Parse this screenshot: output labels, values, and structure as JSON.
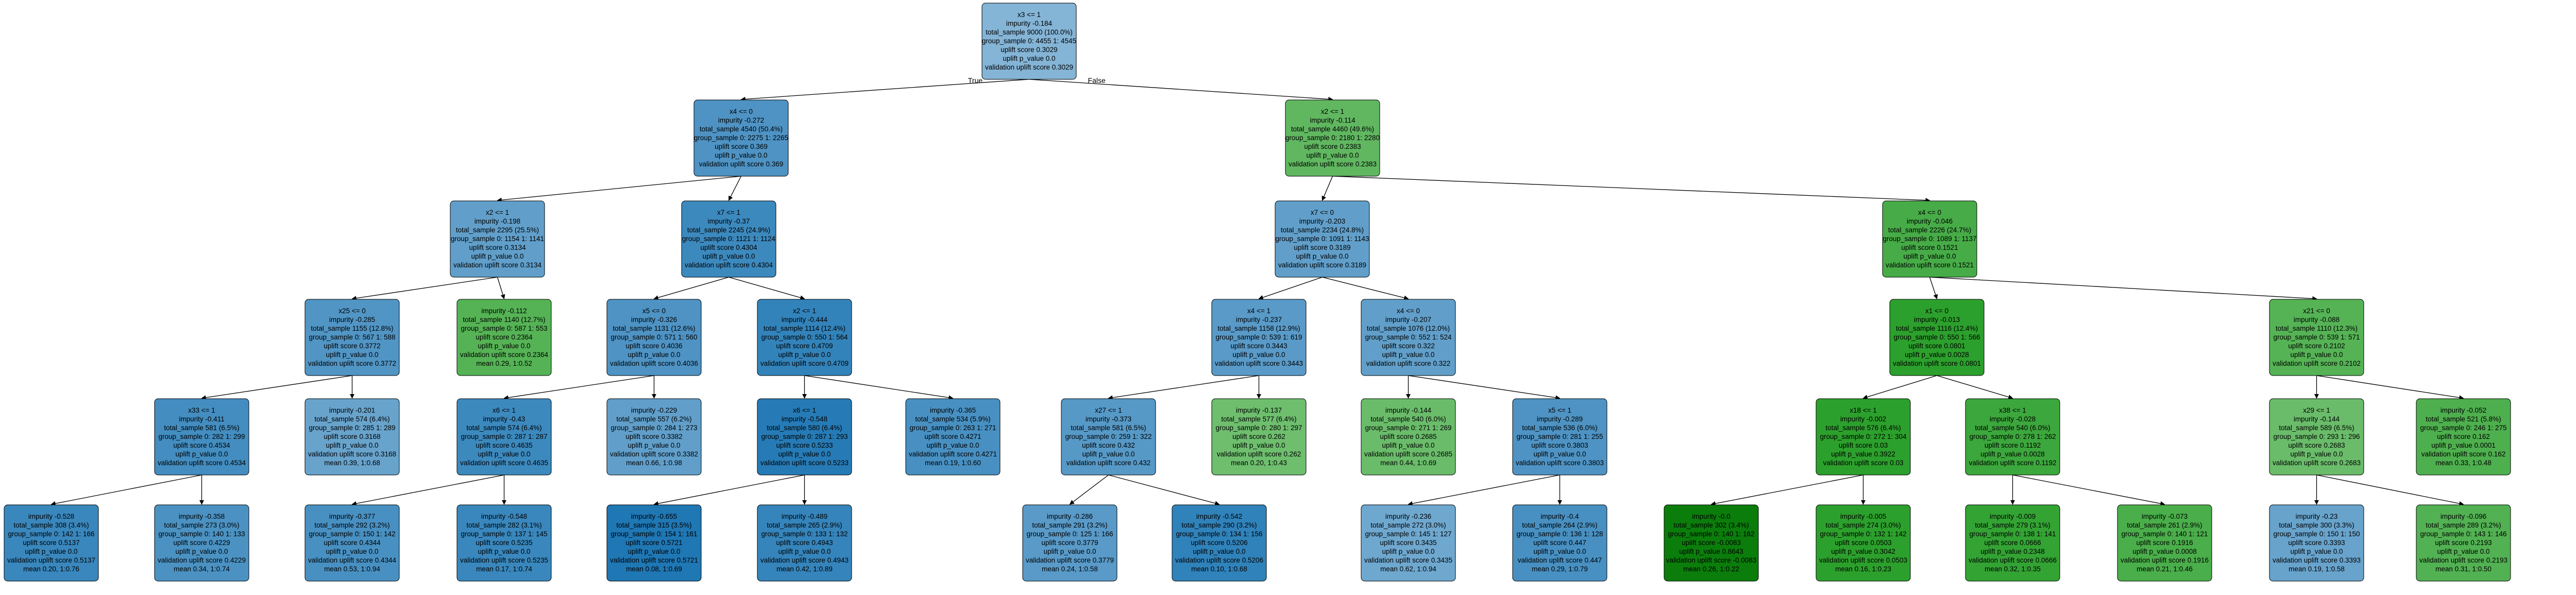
{
  "edge_labels": {
    "true": "True",
    "false": "False"
  },
  "colors": {
    "treatment_strong": "#1f77b4",
    "control_strong": "#2ca02c",
    "node_stroke": "#000000",
    "edge": "#000000",
    "text": "#000000"
  },
  "nodes": [
    {
      "id": "root",
      "group": "neutral",
      "intensity": 0.58,
      "lines": [
        "x3 <= 1",
        "impurity -0.184",
        "total_sample 9000 (100.0%)",
        "group_sample  0: 4455 1: 4545",
        "uplift score 0.3029",
        "uplift p_value 0.0",
        "validation uplift score 0.3029"
      ]
    },
    {
      "id": "n1",
      "group": "treatment",
      "intensity": 0.68,
      "lines": [
        "x4 <= 0",
        "impurity -0.272",
        "total_sample 4540 (50.4%)",
        "group_sample  0: 2275 1: 2265",
        "uplift score 0.369",
        "uplift p_value 0.0",
        "validation uplift score 0.369"
      ]
    },
    {
      "id": "n2",
      "group": "control",
      "intensity": 0.62,
      "lines": [
        "x2 <= 1",
        "impurity -0.114",
        "total_sample 4460 (49.6%)",
        "group_sample  0: 2180 1: 2280",
        "uplift score 0.2383",
        "uplift p_value 0.0",
        "validation uplift score 0.2383"
      ]
    },
    {
      "id": "n3",
      "group": "treatment",
      "intensity": 0.55,
      "lines": [
        "x2 <= 1",
        "impurity -0.198",
        "total_sample 2295 (25.5%)",
        "group_sample  0: 1154 1: 1141",
        "uplift score 0.3134",
        "uplift p_value 0.0",
        "validation uplift score 0.3134"
      ]
    },
    {
      "id": "n4",
      "group": "treatment",
      "intensity": 0.8,
      "lines": [
        "x7 <= 1",
        "impurity -0.37",
        "total_sample 2245 (24.9%)",
        "group_sample  0: 1121 1: 1124",
        "uplift score 0.4304",
        "uplift p_value 0.0",
        "validation uplift score 0.4304"
      ]
    },
    {
      "id": "n5",
      "group": "treatment",
      "intensity": 0.55,
      "lines": [
        "x7 <= 0",
        "impurity -0.203",
        "total_sample 2234 (24.8%)",
        "group_sample  0: 1091 1: 1143",
        "uplift score 0.3189",
        "uplift p_value 0.0",
        "validation uplift score 0.3189"
      ]
    },
    {
      "id": "n6",
      "group": "control",
      "intensity": 0.8,
      "lines": [
        "x4 <= 0",
        "impurity -0.046",
        "total_sample 2226 (24.7%)",
        "group_sample  0: 1089 1: 1137",
        "uplift score 0.1521",
        "uplift p_value 0.0",
        "validation uplift score 0.1521"
      ]
    },
    {
      "id": "n7",
      "group": "treatment",
      "intensity": 0.66,
      "lines": [
        "x25 <= 0",
        "impurity -0.285",
        "total_sample 1155 (12.8%)",
        "group_sample  0: 567 1: 588",
        "uplift score 0.3772",
        "uplift p_value 0.0",
        "validation uplift score 0.3772"
      ]
    },
    {
      "id": "n8",
      "group": "control",
      "intensity": 0.7,
      "lines": [
        "impurity -0.112",
        "total_sample 1140 (12.7%)",
        "group_sample  0: 587 1: 553",
        "uplift score 0.2364",
        "uplift p_value 0.0",
        "validation uplift score 0.2364",
        "mean 0.29, 1:0.52"
      ]
    },
    {
      "id": "n9",
      "group": "treatment",
      "intensity": 0.68,
      "lines": [
        "x5 <= 0",
        "impurity -0.326",
        "total_sample 1131 (12.6%)",
        "group_sample  0: 571 1: 560",
        "uplift score 0.4036",
        "uplift p_value 0.0",
        "validation uplift score 0.4036"
      ]
    },
    {
      "id": "n10",
      "group": "treatment",
      "intensity": 0.86,
      "lines": [
        "x2 <= 1",
        "impurity -0.444",
        "total_sample 1114 (12.4%)",
        "group_sample  0: 550 1: 564",
        "uplift score 0.4709",
        "uplift p_value 0.0",
        "validation uplift score 0.4709"
      ]
    },
    {
      "id": "n11",
      "group": "treatment",
      "intensity": 0.6,
      "lines": [
        "x4 <= 1",
        "impurity -0.237",
        "total_sample 1158 (12.9%)",
        "group_sample  0: 539 1: 619",
        "uplift score 0.3443",
        "uplift p_value 0.0",
        "validation uplift score 0.3443"
      ]
    },
    {
      "id": "n12",
      "group": "treatment",
      "intensity": 0.55,
      "lines": [
        "x4 <= 0",
        "impurity -0.207",
        "total_sample 1076 (12.0%)",
        "group_sample  0: 552 1: 524",
        "uplift score 0.322",
        "uplift p_value 0.0",
        "validation uplift score 0.322"
      ]
    },
    {
      "id": "n13",
      "group": "control",
      "intensity": 1.0,
      "lines": [
        "x1 <= 0",
        "impurity -0.013",
        "total_sample 1116 (12.4%)",
        "group_sample  0: 550 1: 566",
        "uplift score 0.0801",
        "uplift p_value 0.0028",
        "validation uplift score 0.0801"
      ]
    },
    {
      "id": "n14",
      "group": "control",
      "intensity": 0.7,
      "lines": [
        "x21 <= 0",
        "impurity -0.088",
        "total_sample 1110 (12.3%)",
        "group_sample  0: 539 1: 571",
        "uplift score 0.2102",
        "uplift p_value 0.0",
        "validation uplift score 0.2102"
      ]
    },
    {
      "id": "n15",
      "group": "treatment",
      "intensity": 0.75,
      "lines": [
        "x33 <= 1",
        "impurity -0.411",
        "total_sample 581 (6.5%)",
        "group_sample  0: 282 1: 299",
        "uplift score 0.4534",
        "uplift p_value 0.0",
        "validation uplift score 0.4534"
      ]
    },
    {
      "id": "n16",
      "group": "treatment",
      "intensity": 0.5,
      "lines": [
        "impurity -0.201",
        "total_sample 574 (6.4%)",
        "group_sample  0: 285 1: 289",
        "uplift score 0.3168",
        "uplift p_value 0.0",
        "validation uplift score 0.3168",
        "mean 0.39, 1:0.68"
      ]
    },
    {
      "id": "n17",
      "group": "treatment",
      "intensity": 0.8,
      "lines": [
        "x6 <= 1",
        "impurity -0.43",
        "total_sample 574 (6.4%)",
        "group_sample  0: 287 1: 287",
        "uplift score 0.4635",
        "uplift p_value 0.0",
        "validation uplift score 0.4635"
      ]
    },
    {
      "id": "n18",
      "group": "treatment",
      "intensity": 0.55,
      "lines": [
        "impurity -0.229",
        "total_sample 557 (6.2%)",
        "group_sample  0: 284 1: 273",
        "uplift score 0.3382",
        "uplift p_value 0.0",
        "validation uplift score 0.3382",
        "mean 0.66, 1:0.98"
      ]
    },
    {
      "id": "n19",
      "group": "treatment",
      "intensity": 0.95,
      "lines": [
        "x6 <= 1",
        "impurity -0.548",
        "total_sample 580 (6.4%)",
        "group_sample  0: 287 1: 293",
        "uplift score 0.5233",
        "uplift p_value 0.0",
        "validation uplift score 0.5233"
      ]
    },
    {
      "id": "n20",
      "group": "treatment",
      "intensity": 0.72,
      "lines": [
        "impurity -0.365",
        "total_sample 534 (5.9%)",
        "group_sample  0: 263 1: 271",
        "uplift score 0.4271",
        "uplift p_value 0.0",
        "validation uplift score 0.4271",
        "mean 0.19, 1:0.60"
      ]
    },
    {
      "id": "n21",
      "group": "treatment",
      "intensity": 0.62,
      "lines": [
        "x27 <= 1",
        "impurity -0.373",
        "total_sample 581 (6.5%)",
        "group_sample  0: 259 1: 322",
        "uplift score 0.432",
        "uplift p_value 0.0",
        "validation uplift score 0.432"
      ]
    },
    {
      "id": "n22",
      "group": "control",
      "intensity": 0.52,
      "lines": [
        "impurity -0.137",
        "total_sample 577 (6.4%)",
        "group_sample  0: 280 1: 297",
        "uplift score 0.262",
        "uplift p_value 0.0",
        "validation uplift score 0.262",
        "mean 0.20, 1:0.43"
      ]
    },
    {
      "id": "n23",
      "group": "control",
      "intensity": 0.55,
      "lines": [
        "impurity -0.144",
        "total_sample 540 (6.0%)",
        "group_sample  0: 271 1: 269",
        "uplift score 0.2685",
        "uplift p_value 0.0",
        "validation uplift score 0.2685",
        "mean 0.44, 1:0.69"
      ]
    },
    {
      "id": "n24",
      "group": "treatment",
      "intensity": 0.68,
      "lines": [
        "x5 <= 1",
        "impurity -0.289",
        "total_sample 536 (6.0%)",
        "group_sample  0: 281 1: 255",
        "uplift score 0.3803",
        "uplift p_value 0.0",
        "validation uplift score 0.3803"
      ]
    },
    {
      "id": "n25",
      "group": "control",
      "intensity": 1.0,
      "lines": [
        "x18 <= 1",
        "impurity -0.002",
        "total_sample 576 (6.4%)",
        "group_sample  0: 272 1: 304",
        "uplift score 0.03",
        "uplift p_value 0.3922",
        "validation uplift score 0.03"
      ]
    },
    {
      "id": "n26",
      "group": "control",
      "intensity": 0.88,
      "lines": [
        "x38 <= 1",
        "impurity -0.028",
        "total_sample 540 (6.0%)",
        "group_sample  0: 278 1: 262",
        "uplift score 0.1192",
        "uplift p_value 0.0028",
        "validation uplift score 0.1192"
      ]
    },
    {
      "id": "n27",
      "group": "control",
      "intensity": 0.55,
      "lines": [
        "x29 <= 1",
        "impurity -0.144",
        "total_sample 589 (6.5%)",
        "group_sample  0: 293 1: 296",
        "uplift score 0.2683",
        "uplift p_value 0.0",
        "validation uplift score 0.2683"
      ]
    },
    {
      "id": "n28",
      "group": "control",
      "intensity": 0.75,
      "lines": [
        "impurity -0.052",
        "total_sample 521 (5.8%)",
        "group_sample  0: 246 1: 275",
        "uplift score 0.162",
        "uplift p_value 0.0001",
        "validation uplift score 0.162",
        "mean 0.33, 1:0.48"
      ]
    },
    {
      "id": "n29",
      "group": "treatment",
      "intensity": 0.82,
      "lines": [
        "impurity -0.528",
        "total_sample 308 (3.4%)",
        "group_sample  0: 142 1: 166",
        "uplift score 0.5137",
        "uplift p_value 0.0",
        "validation uplift score 0.5137",
        "mean 0.20, 1:0.76"
      ]
    },
    {
      "id": "n30",
      "group": "treatment",
      "intensity": 0.7,
      "lines": [
        "impurity -0.358",
        "total_sample 273 (3.0%)",
        "group_sample  0: 140 1: 133",
        "uplift score 0.4229",
        "uplift p_value 0.0",
        "validation uplift score 0.4229",
        "mean 0.34, 1:0.74"
      ]
    },
    {
      "id": "n31",
      "group": "treatment",
      "intensity": 0.72,
      "lines": [
        "impurity -0.377",
        "total_sample 292 (3.2%)",
        "group_sample  0: 150 1: 142",
        "uplift score 0.4344",
        "uplift p_value 0.0",
        "validation uplift score 0.4344",
        "mean 0.53, 1:0.94"
      ]
    },
    {
      "id": "n32",
      "group": "treatment",
      "intensity": 0.82,
      "lines": [
        "impurity -0.548",
        "total_sample 282 (3.1%)",
        "group_sample  0: 137 1: 145",
        "uplift score 0.5235",
        "uplift p_value 0.0",
        "validation uplift score 0.5235",
        "mean 0.17, 1:0.74"
      ]
    },
    {
      "id": "n33",
      "group": "treatment",
      "intensity": 1.0,
      "lines": [
        "impurity -0.655",
        "total_sample 315 (3.5%)",
        "group_sample  0: 154 1: 161",
        "uplift score 0.5721",
        "uplift p_value 0.0",
        "validation uplift score 0.5721",
        "mean 0.08, 1:0.69"
      ]
    },
    {
      "id": "n34",
      "group": "treatment",
      "intensity": 0.85,
      "lines": [
        "impurity -0.489",
        "total_sample 265 (2.9%)",
        "group_sample  0: 133 1: 132",
        "uplift score 0.4943",
        "uplift p_value 0.0",
        "validation uplift score 0.4943",
        "mean 0.42, 1:0.89"
      ]
    },
    {
      "id": "n35",
      "group": "treatment",
      "intensity": 0.6,
      "lines": [
        "impurity -0.286",
        "total_sample 291 (3.2%)",
        "group_sample  0: 125 1: 166",
        "uplift score 0.3779",
        "uplift p_value 0.0",
        "validation uplift score 0.3779",
        "mean 0.24, 1:0.58"
      ]
    },
    {
      "id": "n36",
      "group": "treatment",
      "intensity": 0.88,
      "lines": [
        "impurity -0.542",
        "total_sample 290 (3.2%)",
        "group_sample  0: 134 1: 156",
        "uplift score 0.5206",
        "uplift p_value 0.0",
        "validation uplift score 0.5206",
        "mean 0.10, 1:0.68"
      ]
    },
    {
      "id": "n37",
      "group": "treatment",
      "intensity": 0.45,
      "lines": [
        "impurity -0.236",
        "total_sample 272 (3.0%)",
        "group_sample  0: 145 1: 127",
        "uplift score 0.3435",
        "uplift p_value 0.0",
        "validation uplift score 0.3435",
        "mean 0.62, 1:0.94"
      ]
    },
    {
      "id": "n38",
      "group": "treatment",
      "intensity": 0.72,
      "lines": [
        "impurity -0.4",
        "total_sample 264 (2.9%)",
        "group_sample  0: 136 1: 128",
        "uplift score 0.447",
        "uplift p_value 0.0",
        "validation uplift score 0.447",
        "mean 0.29, 1:0.79"
      ]
    },
    {
      "id": "n39",
      "group": "control",
      "intensity": 1.0,
      "deep": true,
      "lines": [
        "impurity -0.0",
        "total_sample 302 (3.4%)",
        "group_sample  0: 140 1: 162",
        "uplift score -0.0083",
        "uplift p_value 0.8643",
        "validation uplift score -0.0083",
        "mean 0.26, 1:0.22"
      ]
    },
    {
      "id": "n40",
      "group": "control",
      "intensity": 1.0,
      "lines": [
        "impurity -0.005",
        "total_sample 274 (3.0%)",
        "group_sample  0: 132 1: 142",
        "uplift score 0.0503",
        "uplift p_value 0.3042",
        "validation uplift score 0.0503",
        "mean 0.16, 1:0.23"
      ]
    },
    {
      "id": "n41",
      "group": "control",
      "intensity": 0.95,
      "lines": [
        "impurity -0.009",
        "total_sample 279 (3.1%)",
        "group_sample  0: 138 1: 141",
        "uplift score 0.0666",
        "uplift p_value 0.2348",
        "validation uplift score 0.0666",
        "mean 0.32, 1:0.35"
      ]
    },
    {
      "id": "n42",
      "group": "control",
      "intensity": 0.78,
      "lines": [
        "impurity -0.073",
        "total_sample 261 (2.9%)",
        "group_sample  0: 140 1: 121",
        "uplift score 0.1916",
        "uplift p_value 0.0008",
        "validation uplift score 0.1916",
        "mean 0.21, 1:0.46"
      ]
    },
    {
      "id": "n43",
      "group": "treatment",
      "intensity": 0.5,
      "lines": [
        "impurity -0.23",
        "total_sample 300 (3.3%)",
        "group_sample  0: 150 1: 150",
        "uplift score 0.3393",
        "uplift p_value 0.0",
        "validation uplift score 0.3393",
        "mean 0.19, 1:0.58"
      ]
    },
    {
      "id": "n44",
      "group": "control",
      "intensity": 0.72,
      "lines": [
        "impurity -0.096",
        "total_sample 289 (3.2%)",
        "group_sample  0: 143 1: 146",
        "uplift score 0.2193",
        "uplift p_value 0.0",
        "validation uplift score 0.2193",
        "mean 0.31, 1:0.50"
      ]
    }
  ],
  "edges": [
    [
      "root",
      "n1",
      "true"
    ],
    [
      "root",
      "n2",
      "false"
    ],
    [
      "n1",
      "n3"
    ],
    [
      "n1",
      "n4"
    ],
    [
      "n2",
      "n5"
    ],
    [
      "n2",
      "n6"
    ],
    [
      "n3",
      "n7"
    ],
    [
      "n3",
      "n8"
    ],
    [
      "n4",
      "n9"
    ],
    [
      "n4",
      "n10"
    ],
    [
      "n5",
      "n11"
    ],
    [
      "n5",
      "n12"
    ],
    [
      "n6",
      "n13"
    ],
    [
      "n6",
      "n14"
    ],
    [
      "n7",
      "n15"
    ],
    [
      "n7",
      "n16"
    ],
    [
      "n9",
      "n17"
    ],
    [
      "n9",
      "n18"
    ],
    [
      "n10",
      "n19"
    ],
    [
      "n10",
      "n20"
    ],
    [
      "n11",
      "n21"
    ],
    [
      "n11",
      "n22"
    ],
    [
      "n12",
      "n23"
    ],
    [
      "n12",
      "n24"
    ],
    [
      "n13",
      "n25"
    ],
    [
      "n13",
      "n26"
    ],
    [
      "n14",
      "n27"
    ],
    [
      "n14",
      "n28"
    ],
    [
      "n15",
      "n29"
    ],
    [
      "n15",
      "n30"
    ],
    [
      "n17",
      "n31"
    ],
    [
      "n17",
      "n32"
    ],
    [
      "n19",
      "n33"
    ],
    [
      "n19",
      "n34"
    ],
    [
      "n21",
      "n35"
    ],
    [
      "n21",
      "n36"
    ],
    [
      "n24",
      "n37"
    ],
    [
      "n24",
      "n38"
    ],
    [
      "n25",
      "n39"
    ],
    [
      "n25",
      "n40"
    ],
    [
      "n26",
      "n41"
    ],
    [
      "n26",
      "n42"
    ],
    [
      "n27",
      "n43"
    ],
    [
      "n27",
      "n44"
    ]
  ]
}
